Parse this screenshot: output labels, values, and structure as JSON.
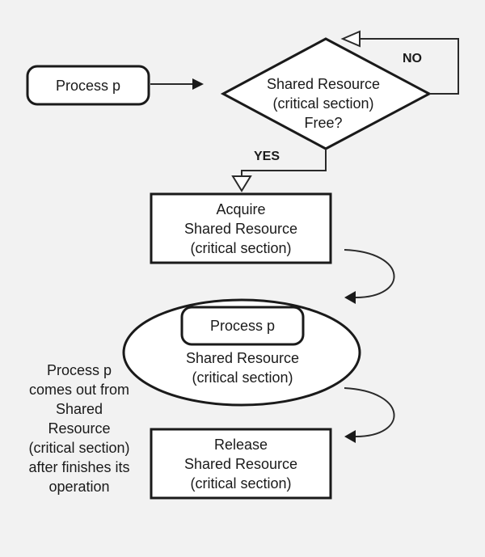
{
  "diagram": {
    "start": {
      "label": "Process p"
    },
    "decision": {
      "lines": [
        "Shared Resource",
        "(critical section)",
        "Free?"
      ]
    },
    "no_label": "NO",
    "yes_label": "YES",
    "acquire": {
      "lines": [
        "Acquire",
        "Shared Resource",
        "(critical section)"
      ]
    },
    "inside": {
      "process_label": "Process p",
      "lines": [
        "Shared Resource",
        "(critical section)"
      ]
    },
    "exit_note": {
      "lines": [
        "Process p",
        "comes out from",
        "Shared",
        "Resource",
        "(critical section)",
        "after finishes its",
        "operation"
      ]
    },
    "release": {
      "lines": [
        "Release",
        "Shared Resource",
        "(critical section)"
      ]
    }
  },
  "colors": {
    "background": "#f2f2f2",
    "shape_fill": "#ffffff",
    "stroke": "#1a1a1a"
  }
}
